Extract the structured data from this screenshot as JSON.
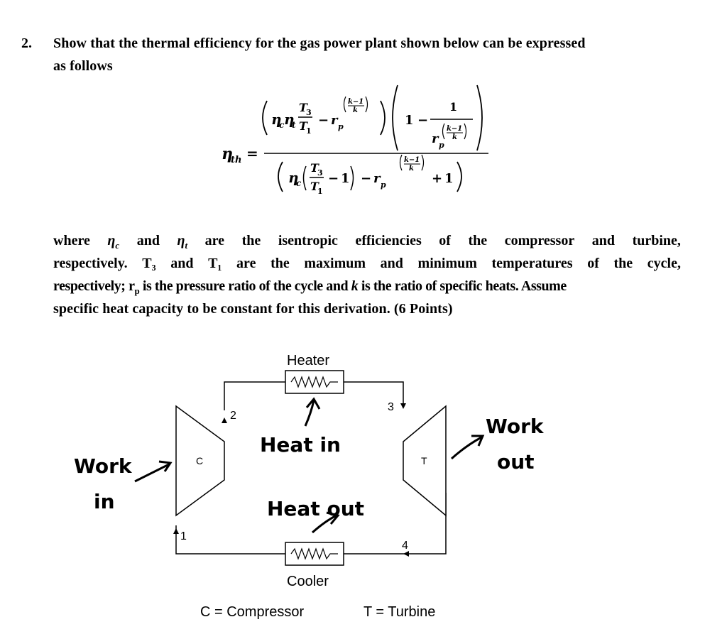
{
  "question": {
    "number": "2.",
    "line1": "Show that the thermal efficiency for the gas power plant shown below can be expressed",
    "line2": "as follows"
  },
  "formula": {
    "lhs": "η",
    "lhs_sub": "th",
    "equals": "=",
    "num_eta_c": "η",
    "sub_c": "c",
    "num_eta_t": "η",
    "sub_t": "t",
    "T3": "T",
    "T3_sub": "3",
    "T1": "T",
    "T1_sub": "1",
    "minus": "−",
    "plus": "+",
    "r": "r",
    "r_sub": "p",
    "exponent": "k−1",
    "exponent_den": "k",
    "one": "1"
  },
  "explanation": {
    "l1_words": [
      "where",
      "η",
      "and",
      "η",
      "are",
      "the",
      "isentropic",
      "efficiencies",
      "of",
      "the",
      "compressor",
      "and",
      "turbine,"
    ],
    "l1_subs": [
      "c",
      "t"
    ],
    "l2_words": [
      "respectively.",
      "T₃",
      "and",
      "T₁",
      "are",
      "the",
      "maximum",
      "and",
      "minimum",
      "temperatures",
      "of",
      "the",
      "cycle,"
    ],
    "l3": "respectively; rₚ is the pressure ratio of the cycle and k is the ratio of specific heats. Assume",
    "l3_parts": {
      "a": "respectively; r",
      "a_sub": "p",
      "b": " is the pressure ratio of the cycle and ",
      "k": "k",
      "c": " is the ratio of specific heats. Assume"
    },
    "l4": "specific heat capacity to be constant for this derivation. (6 Points)"
  },
  "diagram": {
    "heater_label": "Heater",
    "cooler_label": "Cooler",
    "compressor_letter": "C",
    "turbine_letter": "T",
    "state_1": "1",
    "state_2": "2",
    "state_3": "3",
    "state_4": "4",
    "heat_in": "Heat in",
    "heat_out": "Heat out",
    "work_in_1": "Work",
    "work_in_2": "in",
    "work_out_1": "Work",
    "work_out_2": "out",
    "legend_c": "C = Compressor",
    "legend_t": "T = Turbine"
  }
}
